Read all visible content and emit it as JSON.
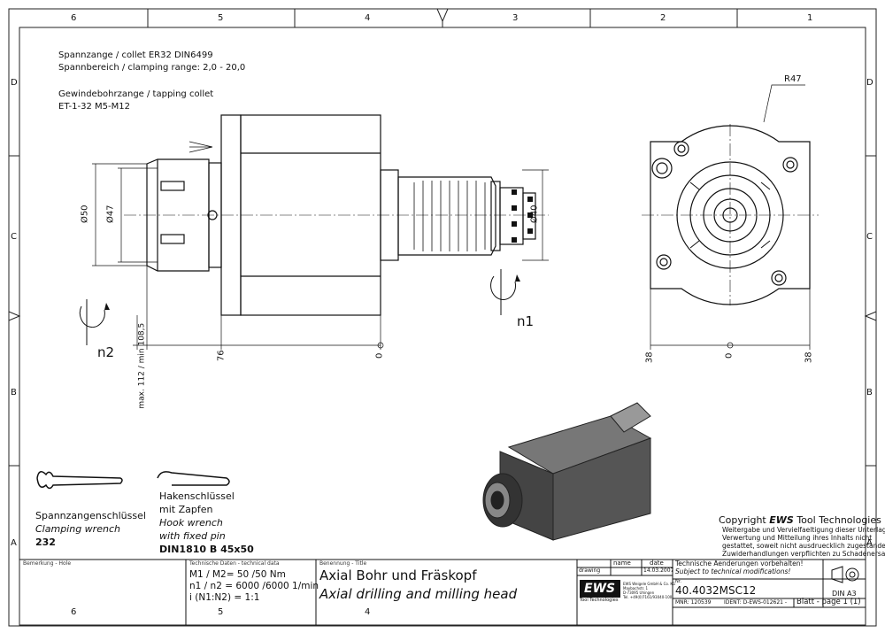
{
  "border": {
    "columns": [
      "6",
      "5",
      "4",
      "3",
      "2",
      "1"
    ],
    "rows": [
      "D",
      "C",
      "B",
      "A"
    ]
  },
  "notes": {
    "collet_line": "Spannzange / collet   ER32   DIN6499",
    "range_line": "Spannbereich / clamping range: 2,0 - 20,0",
    "tapping_title": "Gewindebohrzange / tapping collet",
    "tapping_value": "ET-1-32  M5-M12"
  },
  "dimensions": {
    "d50": "Ø50",
    "d47": "Ø47",
    "d40": "Ø40",
    "max_min": "max. 112 / min 108,5",
    "pos76": "76",
    "zero": "0",
    "left38": "38",
    "right38": "38",
    "zero_front": "0",
    "r47": "R47",
    "n1": "n1",
    "n2": "n2"
  },
  "tools": {
    "clamping_de": "Spannzangenschlüssel",
    "clamping_en": "Clamping wrench",
    "clamping_no": "232",
    "hook_de1": "Hakenschlüssel",
    "hook_de2": "mit Zapfen",
    "hook_en1": "Hook wrench",
    "hook_en2": "with fixed pin",
    "hook_std": "DIN1810 B 45x50"
  },
  "copyright": {
    "title_pre": "Copyright ",
    "title_brand": "EWS",
    "title_post": " Tool Technologies",
    "line1": "Weitergabe und Vervielfaeltigung dieser Unterlage,",
    "line2": "Verwertung und Mitteilung ihres Inhalts nicht",
    "line3": "gestattet, soweit nicht ausdruecklich zugestanden.",
    "line4": "Zuwiderhandlungen verpflichten zu Schadenersatz."
  },
  "title_block": {
    "remark_label": "Bemerkung - Hole",
    "tech_label": "Technische Daten - technical data",
    "tech_line1": "M1 / M2= 50  /50  Nm",
    "tech_line2": "n1 / n2 = 6000 /6000  1/min",
    "tech_line3": "i  (N1:N2)  = 1:1",
    "designation_label": "Benennung - Title",
    "title_de": "Axial Bohr und Fräskopf",
    "title_en": "Axial drilling and milling head",
    "name_hdr": "name",
    "date_hdr": "date",
    "drawing_lbl": "drawing",
    "drawing_date": "14.03.2007",
    "logo": "EWS",
    "logo_sub": "Tool Technologies",
    "company1": "EWS Weigele GmbH & Co. KG",
    "company2": "Maybachstr. 1",
    "company3": "D-73095 Uhingen",
    "company4": "Tel. +49(0)7161/93040-100",
    "tech_change_de": "Technische Aenderungen vorbehalten!",
    "tech_change_en": "Subject to technical modifications!",
    "nr_lbl": "Nr.",
    "part_no": "40.4032MSC12",
    "mnr": "MNR: 120539",
    "ident": "IDENT: D-EWS-012621 -",
    "sheet": "Blatt - page  1 (1)",
    "din": "DIN A3"
  }
}
